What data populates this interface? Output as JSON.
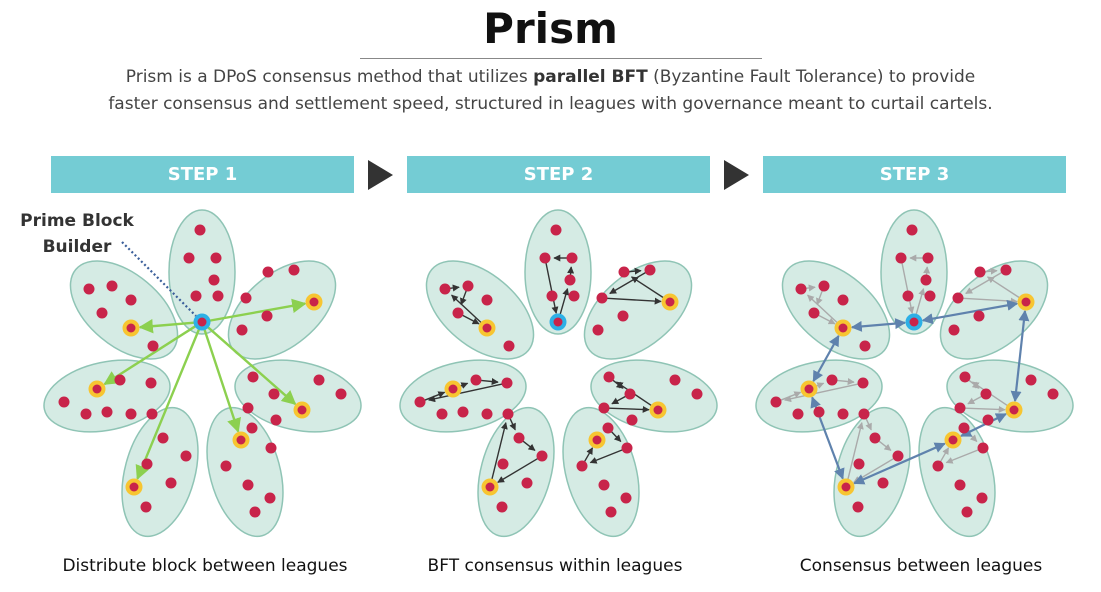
{
  "title": "Prism",
  "subtitle": {
    "line1_pre": "Prism is a DPoS consensus method that utilizes ",
    "line1_bold": "parallel BFT",
    "line1_post": " (Byzantine Fault Tolerance) to provide",
    "line2": "faster consensus and settlement speed, structured in leagues with governance meant to curtail cartels."
  },
  "steps": [
    {
      "label": "STEP 1",
      "caption": "Distribute block between leagues"
    },
    {
      "label": "STEP 2",
      "caption": "BFT consensus within leagues"
    },
    {
      "label": "STEP 3",
      "caption": "Consensus between leagues"
    }
  ],
  "annotation": {
    "line1": "Prime Block",
    "line2": "Builder"
  },
  "colors": {
    "step_bar": "#74ccd4",
    "league_fill": "#d5ebe4",
    "league_stroke": "#8fc4b5",
    "node": "#c8244a",
    "leader_ring": "#f7c531",
    "prime_ring": "#2db0e6",
    "distribute_arrow": "#8cd04f",
    "internal_arrow": "#333333",
    "step3_internal_arrow": "#aaaaaa",
    "inter_league_arrow": "#5f82ad"
  }
}
